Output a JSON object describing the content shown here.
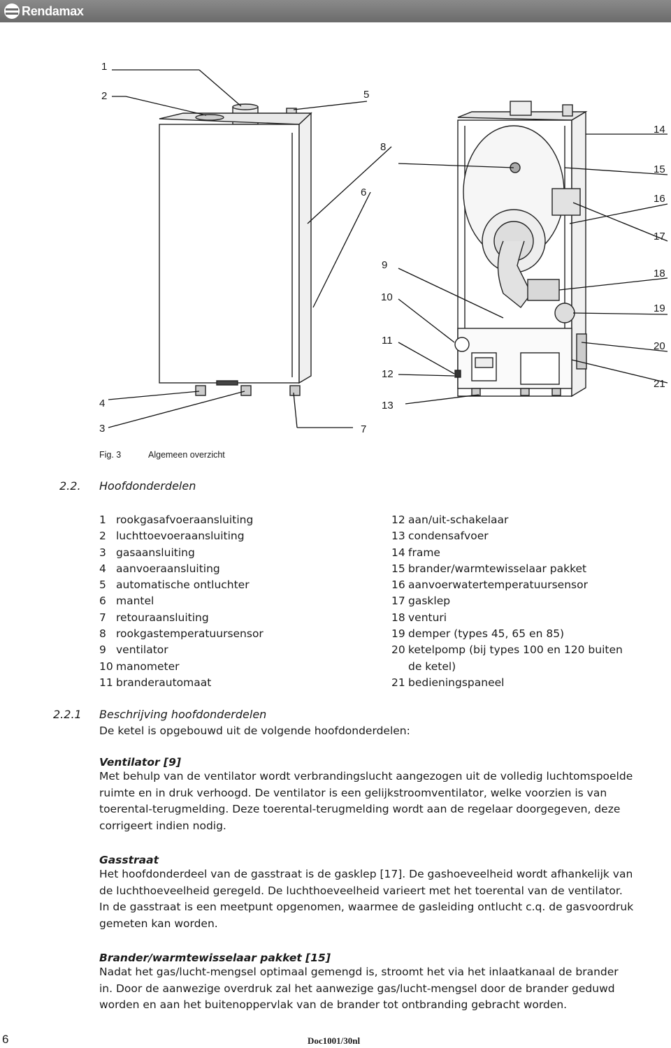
{
  "header": {
    "brand": "Rendamax"
  },
  "figure": {
    "callouts": [
      "1",
      "2",
      "3",
      "4",
      "5",
      "6",
      "7",
      "8",
      "9",
      "10",
      "11",
      "12",
      "13",
      "14",
      "15",
      "16",
      "17",
      "18",
      "19",
      "20",
      "21"
    ],
    "caption_label": "Fig. 3",
    "caption_text": "Algemeen overzicht"
  },
  "section": {
    "number": "2.2.",
    "title": "Hoofdonderdelen"
  },
  "parts_left": [
    {
      "n": "1",
      "t": "rookgasafvoeraansluiting"
    },
    {
      "n": "2",
      "t": "luchttoevoeraansluiting"
    },
    {
      "n": "3",
      "t": "gasaansluiting"
    },
    {
      "n": "4",
      "t": "aanvoeraansluiting"
    },
    {
      "n": "5",
      "t": "automatische ontluchter"
    },
    {
      "n": "6",
      "t": "mantel"
    },
    {
      "n": "7",
      "t": "retouraansluiting"
    },
    {
      "n": "8",
      "t": "rookgastemperatuursensor"
    },
    {
      "n": "9",
      "t": "ventilator"
    },
    {
      "n": "10",
      "t": "manometer"
    },
    {
      "n": "11",
      "t": "branderautomaat"
    }
  ],
  "parts_right": [
    {
      "n": "12",
      "t": "aan/uit-schakelaar"
    },
    {
      "n": "13",
      "t": "condensafvoer"
    },
    {
      "n": "14",
      "t": "frame"
    },
    {
      "n": "15",
      "t": "brander/warmtewisselaar pakket"
    },
    {
      "n": "16",
      "t": "aanvoerwatertemperatuursensor"
    },
    {
      "n": "17",
      "t": "gasklep"
    },
    {
      "n": "18",
      "t": "venturi"
    },
    {
      "n": "19",
      "t": "demper (types 45, 65 en 85)"
    },
    {
      "n": "20",
      "t": "ketelpomp (bij types 100 en 120 buiten"
    },
    {
      "n": "",
      "t": "de ketel)"
    },
    {
      "n": "21",
      "t": "bedieningspaneel"
    }
  ],
  "subsection": {
    "number": "2.2.1",
    "title": "Beschrijving hoofdonderdelen",
    "intro": "De ketel is opgebouwd uit de volgende hoofdonderdelen:"
  },
  "blocks": [
    {
      "title": "Ventilator [9]",
      "lines": [
        "Met behulp van de ventilator wordt verbrandingslucht aangezogen uit de volledig luchtomspoelde",
        "ruimte en in druk verhoogd. De ventilator is een gelijkstroomventilator, welke voorzien is van",
        "toerental-terugmelding. Deze toerental-terugmelding wordt aan de regelaar doorgegeven, deze",
        "corrigeert indien nodig."
      ]
    },
    {
      "title": "Gasstraat",
      "lines": [
        "Het hoofdonderdeel van de gasstraat is de gasklep [17]. De gashoeveelheid wordt afhankelijk van",
        "de luchthoeveelheid geregeld. De luchthoeveelheid varieert met het toerental van de ventilator.",
        "In de gasstraat is een meetpunt opgenomen, waarmee de gasleiding ontlucht c.q. de gasvoordruk",
        "gemeten kan worden."
      ]
    },
    {
      "title": "Brander/warmtewisselaar pakket [15]",
      "lines": [
        "Nadat het gas/lucht-mengsel optimaal gemengd is, stroomt het via het inlaatkanaal de brander",
        "in. Door de aanwezige overdruk zal het aanwezige gas/lucht-mengsel door de brander geduwd",
        "worden en aan het buitenoppervlak van de brander tot ontbranding gebracht worden."
      ]
    }
  ],
  "footer": {
    "page_number": "6",
    "doc_code": "Doc1001/30nl"
  }
}
